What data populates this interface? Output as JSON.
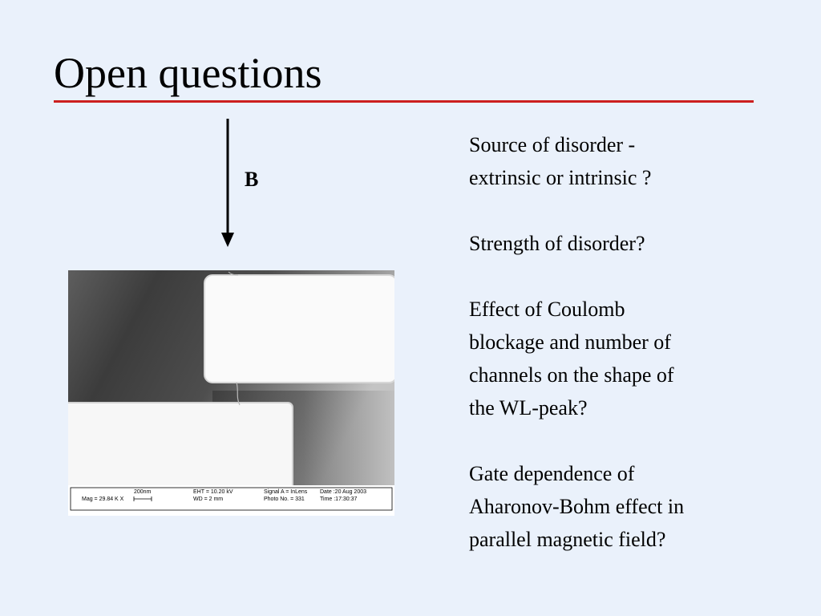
{
  "slide": {
    "title": "Open questions",
    "accent_color": "#cc1f1f",
    "background_color": "#eaf1fb"
  },
  "diagram": {
    "field_label": "B",
    "arrow_direction": "down"
  },
  "sem_image": {
    "scale_bar": "200nm",
    "mag": "Mag =  29.84 K X",
    "eht": "EHT = 10.20 kV",
    "wd": "WD =    2 mm",
    "signal": "Signal A = InLens",
    "photo_no": "Photo No. = 331",
    "date": "Date :20 Aug 2003",
    "time": "Time :17:30:37"
  },
  "questions": [
    "Source of disorder -\nextrinsic or intrinsic ?",
    "Strength of disorder?",
    "Effect of Coulomb\nblockage and number of\nchannels on the shape of\nthe WL-peak?",
    "Gate dependence of\nAharonov-Bohm effect in\nparallel magnetic field?"
  ]
}
